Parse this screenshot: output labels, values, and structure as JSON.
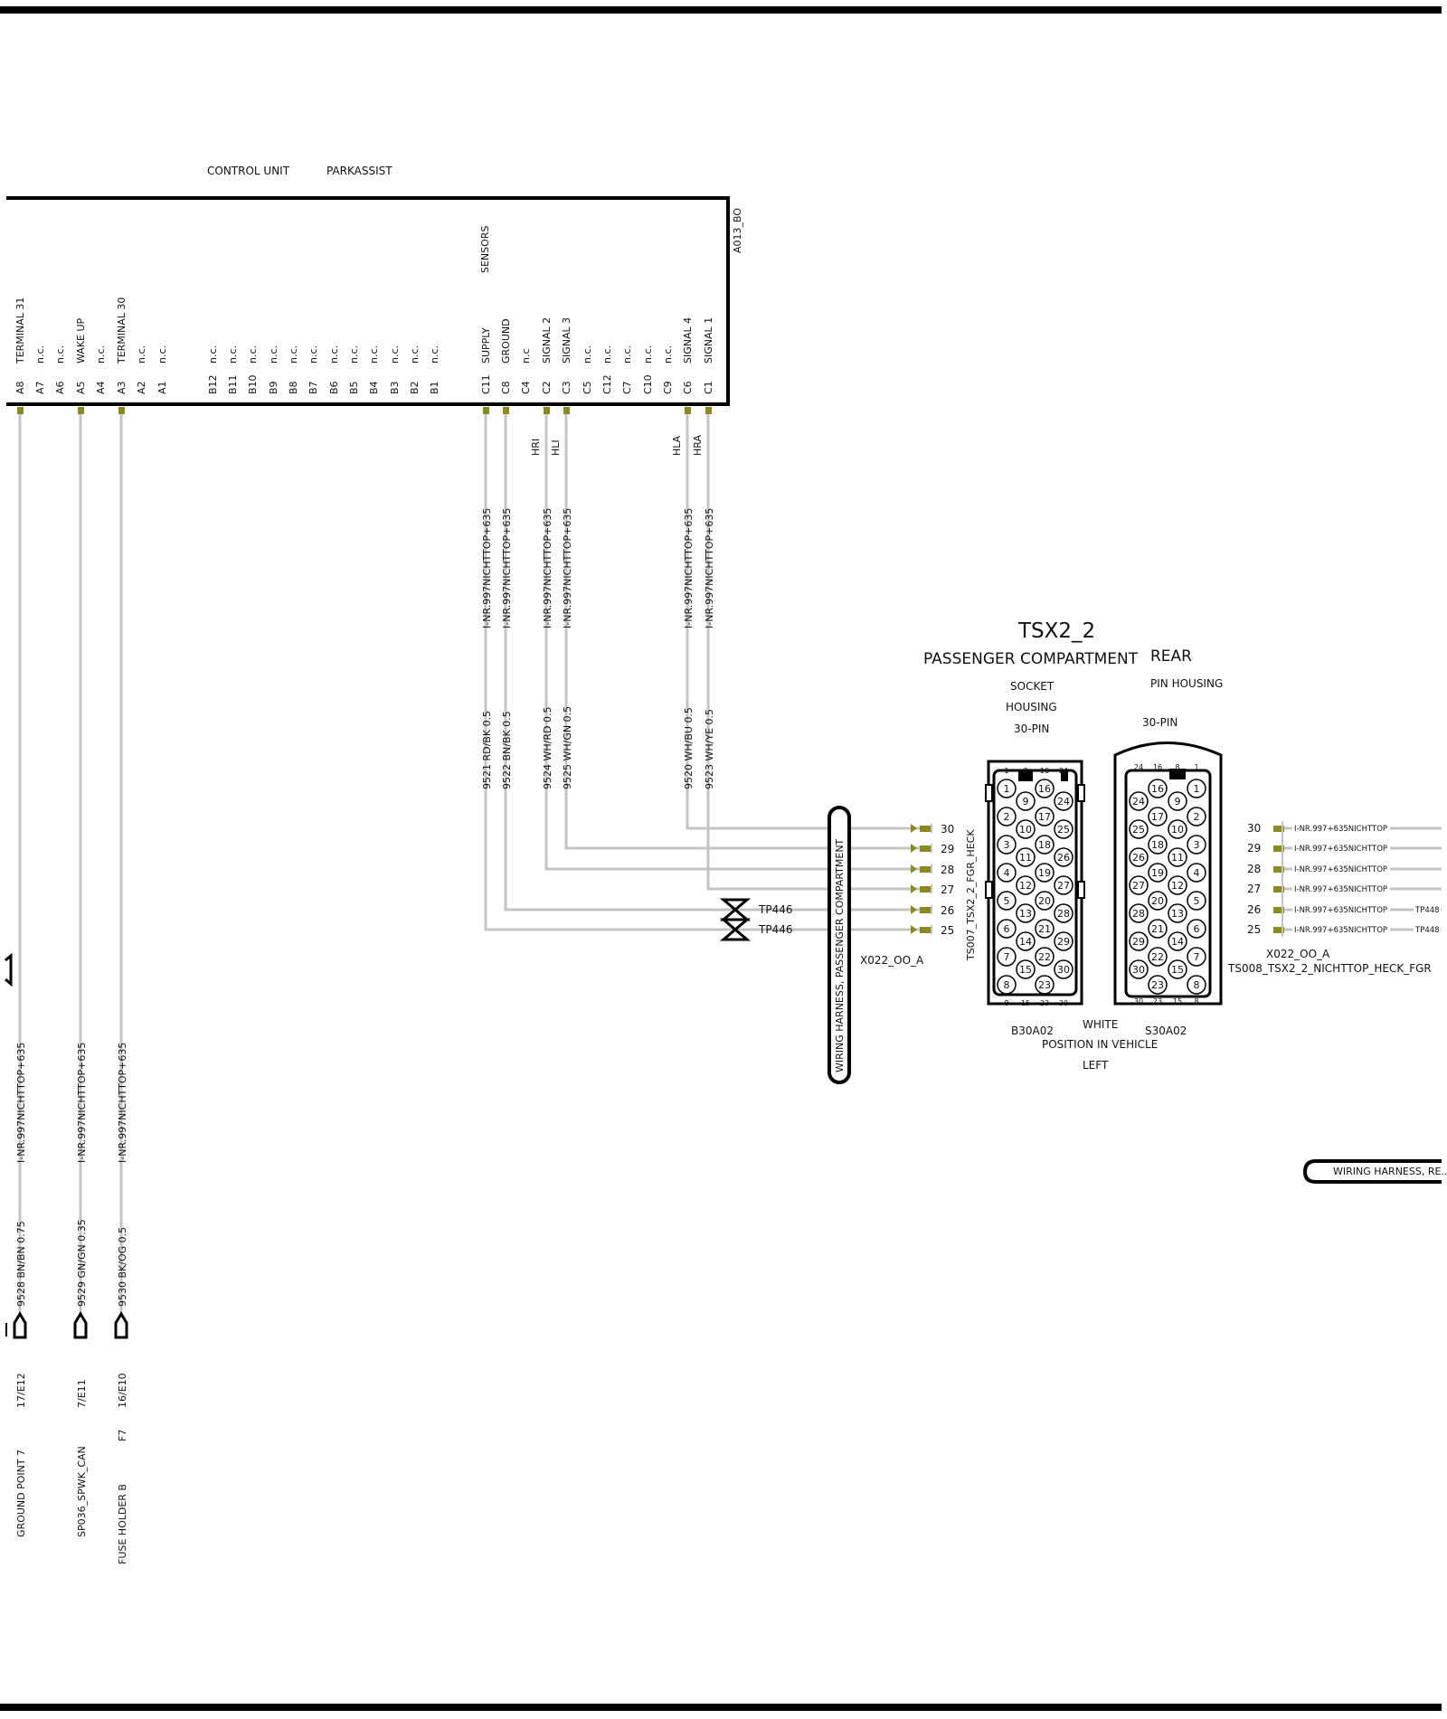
{
  "control_unit": {
    "title_left": "CONTROL UNIT",
    "title_right": "PARKASSIST",
    "id": "A013_BO",
    "group_label": "SENSORS",
    "pins": [
      {
        "pin": "A8",
        "label": "TERMINAL 31"
      },
      {
        "pin": "A7",
        "label": "n.c."
      },
      {
        "pin": "A6",
        "label": "n.c."
      },
      {
        "pin": "A5",
        "label": "WAKE UP"
      },
      {
        "pin": "A4",
        "label": "n.c."
      },
      {
        "pin": "A3",
        "label": "TERMINAL 30"
      },
      {
        "pin": "A2",
        "label": "n.c."
      },
      {
        "pin": "A1",
        "label": "n.c."
      },
      {
        "pin": "B12",
        "label": "n.c."
      },
      {
        "pin": "B11",
        "label": "n.c."
      },
      {
        "pin": "B10",
        "label": "n.c."
      },
      {
        "pin": "B9",
        "label": "n.c."
      },
      {
        "pin": "B8",
        "label": "n.c."
      },
      {
        "pin": "B7",
        "label": "n.c."
      },
      {
        "pin": "B6",
        "label": "n.c."
      },
      {
        "pin": "B5",
        "label": "n.c."
      },
      {
        "pin": "B4",
        "label": "n.c."
      },
      {
        "pin": "B3",
        "label": "n.c."
      },
      {
        "pin": "B2",
        "label": "n.c."
      },
      {
        "pin": "B1",
        "label": "n.c."
      },
      {
        "pin": "C11",
        "label": "SUPPLY"
      },
      {
        "pin": "C8",
        "label": "GROUND"
      },
      {
        "pin": "C4",
        "label": "n.c"
      },
      {
        "pin": "C2",
        "label": "SIGNAL   2"
      },
      {
        "pin": "C3",
        "label": "SIGNAL   3"
      },
      {
        "pin": "C5",
        "label": "n.c."
      },
      {
        "pin": "C12",
        "label": "n.c."
      },
      {
        "pin": "C7",
        "label": "n.c."
      },
      {
        "pin": "C10",
        "label": "n.c."
      },
      {
        "pin": "C9",
        "label": "n.c."
      },
      {
        "pin": "C6",
        "label": "SIGNAL   4"
      },
      {
        "pin": "C1",
        "label": "SIGNAL   1"
      }
    ]
  },
  "sensor_wires": [
    {
      "pin": "C11",
      "tag": "",
      "harness": "I-NR.997NICHTTOP+635",
      "wire": "9521 RD/BK 0.5",
      "connector_pin": "25",
      "tp": "TP446"
    },
    {
      "pin": "C8",
      "tag": "",
      "harness": "I-NR.997NICHTTOP+635",
      "wire": "9522 BN/BK 0.5",
      "connector_pin": "26",
      "tp": "TP446"
    },
    {
      "pin": "C2",
      "tag": "HRI",
      "harness": "I-NR.997NICHTTOP+635",
      "wire": "9524 WH/RD 0.5",
      "connector_pin": "28",
      "tp": ""
    },
    {
      "pin": "C3",
      "tag": "HLI",
      "harness": "I-NR.997NICHTTOP+635",
      "wire": "9525 WH/GN 0.5",
      "connector_pin": "29",
      "tp": ""
    },
    {
      "pin": "C6",
      "tag": "HLA",
      "harness": "I-NR.997NICHTTOP+635",
      "wire": "9520 WH/BU 0.5",
      "connector_pin": "30",
      "tp": ""
    },
    {
      "pin": "C1",
      "tag": "HRA",
      "harness": "I-NR.997NICHTTOP+635",
      "wire": "9523 WH/YE 0.5",
      "connector_pin": "27",
      "tp": ""
    }
  ],
  "power_wires": [
    {
      "pin": "A8",
      "harness": "I-NR.997NICHTTOP+635",
      "wire": "9528 BN/BN 0.75",
      "ref": "17/E12",
      "extra": "",
      "dest": "GROUND POINT 7"
    },
    {
      "pin": "A5",
      "harness": "I-NR.997NICHTTOP+635",
      "wire": "9529 GN/GN 0.35",
      "ref": "7/E11",
      "extra": "",
      "dest": "SP036_SPWK_CAN"
    },
    {
      "pin": "A3",
      "harness": "I-NR.997NICHTTOP+635",
      "wire": "9530 BK/OG 0.5",
      "ref": "16/E10",
      "extra": "F7",
      "dest": "FUSE HOLDER B"
    }
  ],
  "left_connector": {
    "id": "X022_OO_A",
    "vertical_label": "TS007_TSX2_2_FGR_HECK",
    "pins": [
      "30",
      "29",
      "28",
      "27",
      "26",
      "25"
    ],
    "tp_labels": [
      "TP446",
      "TP446"
    ]
  },
  "harness_passenger": "WIRING HARNESS, PASSENGER COMPARTMENT",
  "harness_rear": "WIRING HARNESS, RE...",
  "connector_block": {
    "title": "TSX2_2",
    "subtitle_left": "PASSENGER COMPARTMENT",
    "subtitle_right": "REAR",
    "socket_lines": [
      "SOCKET",
      "HOUSING",
      "30-PIN"
    ],
    "pin_housing": "PIN HOUSING",
    "pin_housing_count": "30-PIN",
    "socket_id": "B30A02",
    "pin_id": "S30A02",
    "color": "WHITE",
    "position_label": "POSITION IN VEHICLE",
    "position_value": "LEFT",
    "socket_top": [
      "1",
      "8",
      "16",
      "24"
    ],
    "socket_bottom": [
      "8",
      "15",
      "23",
      "30"
    ],
    "pinhousing_top": [
      "24",
      "16",
      "8",
      "1"
    ],
    "pinhousing_bottom": [
      "30",
      "23",
      "15",
      "8"
    ]
  },
  "right_connector": {
    "id": "X022_OO_A",
    "name": "TS008_TSX2_2_NICHTTOP_HECK_FGR",
    "rows": [
      {
        "pin": "30",
        "harness": "I-NR.997+635NICHTTOP",
        "tp": ""
      },
      {
        "pin": "29",
        "harness": "I-NR.997+635NICHTTOP",
        "tp": ""
      },
      {
        "pin": "28",
        "harness": "I-NR.997+635NICHTTOP",
        "tp": ""
      },
      {
        "pin": "27",
        "harness": "I-NR.997+635NICHTTOP",
        "tp": ""
      },
      {
        "pin": "26",
        "harness": "I-NR.997+635NICHTTOP",
        "tp": "TP448"
      },
      {
        "pin": "25",
        "harness": "I-NR.997+635NICHTTOP",
        "tp": "TP448"
      }
    ]
  },
  "colors": {
    "wire": "#c4c4c4",
    "terminal": "#8a8a20",
    "ink": "#000000"
  }
}
